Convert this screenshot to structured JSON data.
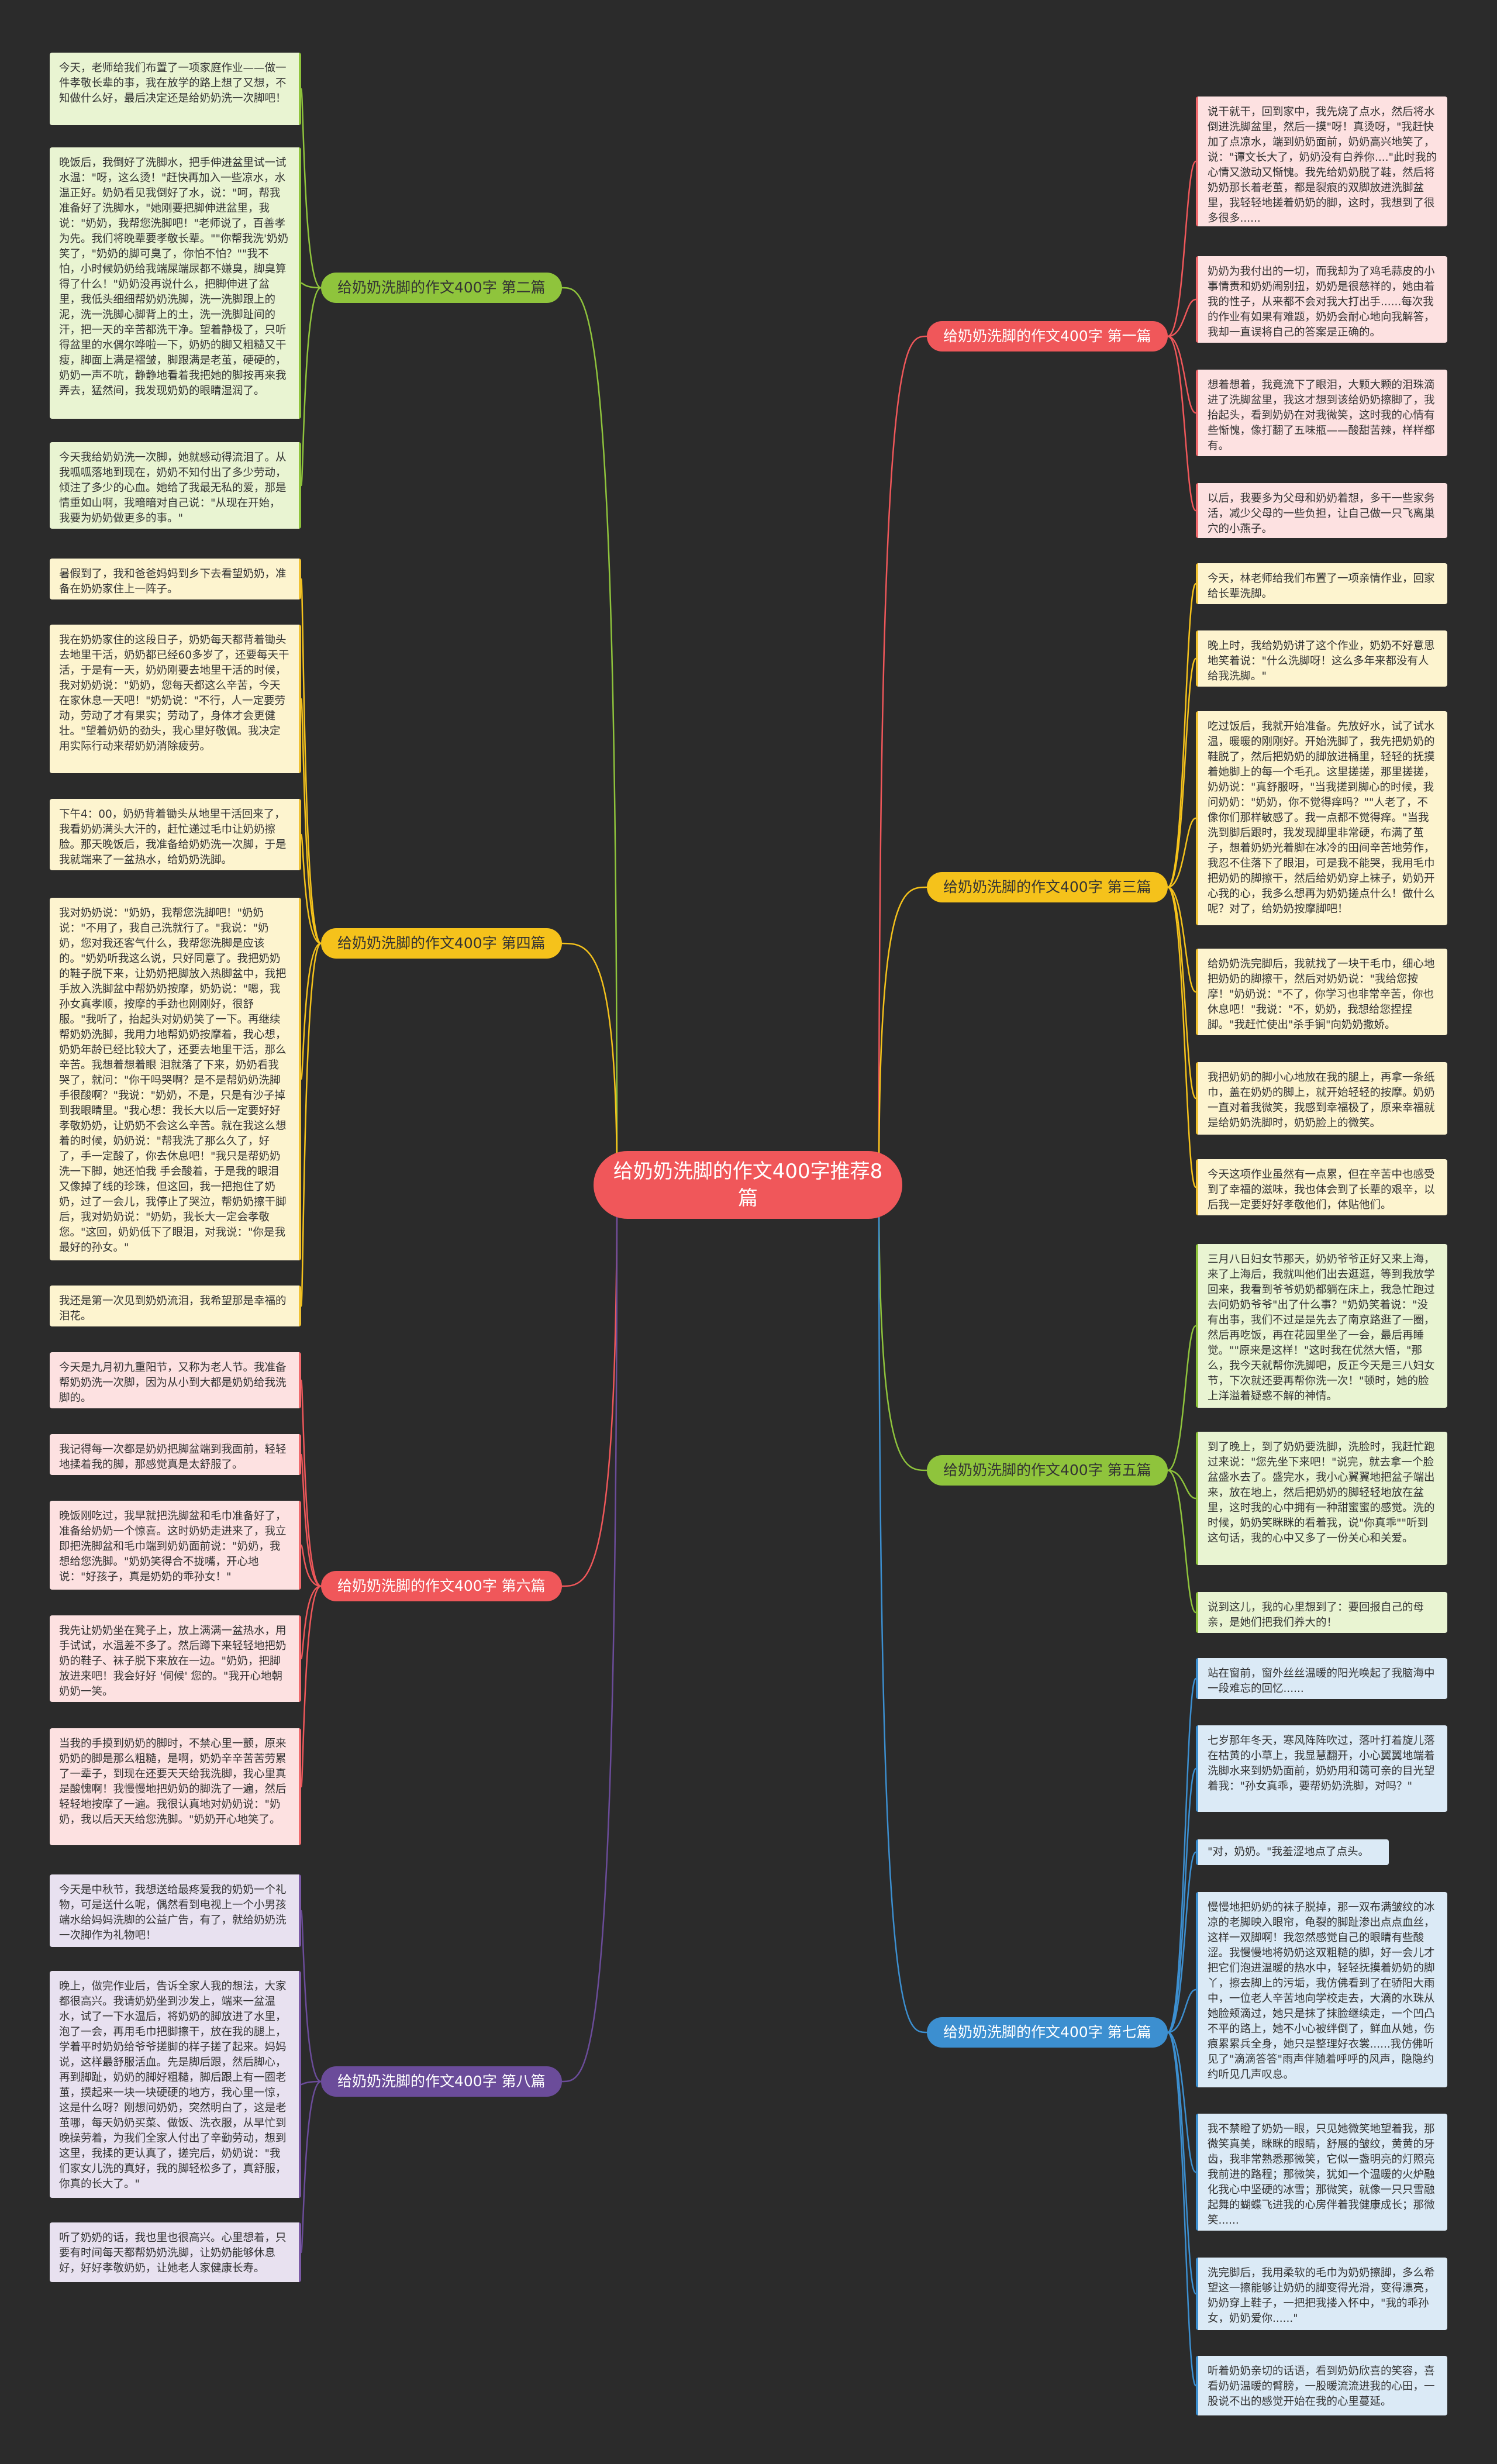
{
  "root": "给奶奶洗脚的作文400字推荐8篇",
  "colors": {
    "background": "#2b2b2b",
    "root": "#f0575a",
    "b1": "#f0575a",
    "b2": "#8fc43c",
    "b3": "#f5c21b",
    "b4": "#f5c21b",
    "b5": "#8fc43c",
    "b6": "#f0575a",
    "b7": "#3c8fd0",
    "b8": "#6b4c9a"
  },
  "branches": {
    "b1": {
      "label": "给奶奶洗脚的作文400字 第一篇",
      "leaves": [
        "说干就干，回到家中，我先烧了点水，然后将水倒进洗脚盆里，然后一摸\"呀！真烫呀，\"我赶快加了点凉水，端到奶奶面前，奶奶高兴地笑了，说：\"谭文长大了，奶奶没有白养你....\"此时我的心情又激动又惭愧。我先给奶奶脱了鞋，然后将奶奶那长着老茧，都是裂痕的双脚放进洗脚盆里，我轻轻地搓着奶奶的脚，这时，我想到了很多很多......",
        "奶奶为我付出的一切，而我却为了鸡毛蒜皮的小事情责和奶奶闹别扭，奶奶是很慈祥的，她由着我的性子，从来都不会对我大打出手......每次我的作业有如果有难题，奶奶会耐心地向我解答，我却一直误将自己的答案是正确的。",
        "想着想着，我竟流下了眼泪，大颗大颗的泪珠滴进了洗脚盆里，我这才想到该给奶奶擦脚了，我抬起头，看到奶奶在对我微笑，这时我的心情有些惭愧，像打翻了五味瓶——酸甜苦辣，样样都有。",
        "以后，我要多为父母和奶奶着想，多干一些家务活，减少父母的一些负担，让自己做一只飞离巢穴的小燕子。"
      ]
    },
    "b2": {
      "label": "给奶奶洗脚的作文400字 第二篇",
      "leaves": [
        "今天，老师给我们布置了一项家庭作业——做一件孝敬长辈的事，我在放学的路上想了又想，不知做什么好，最后决定还是给奶奶洗一次脚吧！",
        "晚饭后，我倒好了洗脚水，把手伸进盆里试一试水温：\"呀，这么烫！\"赶快再加入一些凉水，水温正好。奶奶看见我倒好了水，说：\"呵，帮我准备好了洗脚水，\"她刚要把脚伸进盆里，我说：\"奶奶，我帮您洗脚吧！\"老师说了，百善孝为先。我们将晚辈要孝敬长辈。\"\"你帮我洗'奶奶笑了，\"奶奶的脚可臭了，你怕不怕？\"\"我不怕，小时候奶奶给我端屎端尿都不嫌臭，脚臭算得了什么！\"奶奶没再说什么，把脚伸进了盆里，我低头细细帮奶奶洗脚，洗一洗脚跟上的泥，洗一洗脚心脚背上的土，洗一洗脚趾间的汗，把一天的辛苦都洗干净。望着静极了，只听得盆里的水偶尔哗啦一下，奶奶的脚又粗糙又干瘦，脚面上满是褶皱，脚跟满是老茧，硬硬的，奶奶一声不吭，静静地看着我把她的脚按再来我弄去，猛然间，我发现奶奶的眼睛湿润了。",
        "今天我给奶奶洗一次脚，她就感动得流泪了。从我呱呱落地到现在，奶奶不知付出了多少劳动，倾注了多少的心血。她给了我最无私的爱，那是情重如山啊，我暗暗对自己说：\"从现在开始，我要为奶奶做更多的事。\""
      ]
    },
    "b3": {
      "label": "给奶奶洗脚的作文400字 第三篇",
      "leaves": [
        "今天，林老师给我们布置了一项亲情作业，回家给长辈洗脚。",
        "晚上时，我给奶奶讲了这个作业，奶奶不好意思地笑着说：\"什么洗脚呀！这么多年来都没有人给我洗脚。\"",
        "吃过饭后，我就开始准备。先放好水，试了试水温，暖暖的刚刚好。开始洗脚了，我先把奶奶的鞋脱了，然后把奶奶的脚放进桶里，轻轻的抚摸着她脚上的每一个毛孔。这里搓搓，那里搓搓，奶奶说：\"真舒服呀，\"当我搓到脚心的时候，我问奶奶：\"奶奶，你不觉得痒吗？\"\"人老了，不像你们那样敏感了。我一点都不觉得痒。\"当我洗到脚后跟时，我发现脚里非常硬，布满了茧子，想着奶奶光着脚在冰冷的田间辛苦地劳作，我忍不住落下了眼泪，可是我不能哭，我用毛巾把奶奶的脚擦干，然后给奶奶穿上袜子，奶奶开心我的心，我多么想再为奶奶搓点什么！做什么呢？对了，给奶奶按摩脚吧！",
        "给奶奶洗完脚后，我就找了一块干毛巾，细心地把奶奶的脚擦干，然后对奶奶说：\"我给您按摩！\"奶奶说：\"不了，你学习也非常辛苦，你也休息吧！\"我说：\"不，奶奶，我想给您捏捏脚。\"我赶忙使出\"杀手锏\"向奶奶撒娇。",
        "我把奶奶的脚小心地放在我的腿上，再拿一条纸巾，盖在奶奶的脚上，就开始轻轻的按摩。奶奶一直对着我微笑，我感到幸福极了，原来幸福就是给奶奶洗脚时，奶奶脸上的微笑。",
        "今天这项作业虽然有一点累，但在辛苦中也感受到了幸福的滋味，我也体会到了长辈的艰辛，以后我一定要好好孝敬他们，体贴他们。"
      ]
    },
    "b4": {
      "label": "给奶奶洗脚的作文400字 第四篇",
      "leaves": [
        "暑假到了，我和爸爸妈妈到乡下去看望奶奶，准备在奶奶家住上一阵子。",
        "我在奶奶家住的这段日子，奶奶每天都背着锄头去地里干活，奶奶都已经60多岁了，还要每天干活，于是有一天，奶奶刚要去地里干活的时候，我对奶奶说：\"奶奶，您每天都这么辛苦，今天在家休息一天吧！\"奶奶说：\"不行，人一定要劳动，劳动了才有果实；劳动了，身体才会更健壮。\"望着奶奶的劲头，我心里好敬佩。我决定用实际行动来帮奶奶消除疲劳。",
        "下午4：00，奶奶背着锄头从地里干活回来了，我看奶奶满头大汗的，赶忙递过毛巾让奶奶擦脸。那天晚饭后，我准备给奶奶洗一次脚，于是我就端来了一盆热水，给奶奶洗脚。",
        "我对奶奶说：\"奶奶，我帮您洗脚吧！\"奶奶说：\"不用了，我自己洗就行了。\"我说：\"奶奶，您对我还客气什么，我帮您洗脚是应该的。\"奶奶听我这么说，只好同意了。我把奶奶的鞋子脱下来，让奶奶把脚放入热脚盆中，我把手放入洗脚盆中帮奶奶按摩，奶奶说：\"嗯，我孙女真孝顺，按摩的手劲也刚刚好，很舒服。\"我听了，抬起头对奶奶笑了一下。再继续帮奶奶洗脚，我用力地帮奶奶按摩着，我心想，奶奶年龄已经比较大了，还要去地里干活，那么辛苦。我想着想着眼 泪就落了下来，奶奶看我哭了，就问：\"你干吗哭啊？是不是帮奶奶洗脚手很酸啊？\"我说：\"奶奶，不是，只是有沙子掉到我眼睛里。\"我心想：我长大以后一定要好好孝敬奶奶，让奶奶不会这么辛苦。就在我这么想着的时候，奶奶说：\"帮我洗了那么久了，好了，手一定酸了，你去休息吧！\"我只是帮奶奶洗一下脚，她还怕我 手会酸着，于是我的眼泪又像掉了线的珍珠，但这回，我一把抱住了奶奶，过了一会儿，我停止了哭泣，帮奶奶擦干脚后，我对奶奶说：\"奶奶，我长大一定会孝敬 您。\"这回，奶奶低下了眼泪，对我说：\"你是我最好的孙女。\"",
        "我还是第一次见到奶奶流泪，我希望那是幸福的泪花。"
      ]
    },
    "b5": {
      "label": "给奶奶洗脚的作文400字 第五篇",
      "leaves": [
        "三月八日妇女节那天，奶奶爷爷正好又来上海，来了上海后，我就叫他们出去逛逛，等到我放学回来，我看到爷爷奶奶都躺在床上，我急忙跑过去问奶奶爷爷\"出了什么事？\"奶奶笑着说：\"没有出事，我们不过是是先去了南京路逛了一圈，然后再吃饭，再在花园里坐了一会，最后再睡觉。\"\"原来是这样！\"这时我在优然大悟，\"那么，我今天就帮你洗脚吧，反正今天是三八妇女节，下次就还要再帮你洗一次！\"顿时，她的脸上洋溢着疑惑不解的神情。",
        "到了晚上，到了奶奶要洗脚，洗脸时，我赶忙跑过来说：\"您先坐下来吧！\"说完，就去拿一个脸盆盛水去了。盛完水，我小心翼翼地把盆子端出来，放在地上，然后把奶奶的脚轻轻地放在盆里，这时我的心中拥有一种甜蜜蜜的感觉。洗的时候，奶奶笑眯眯的看着我，说\"你真乖\"\"听到这句话，我的心中又多了一份关心和关爱。",
        "说到这儿，我的心里想到了：要回报自己的母亲，是她们把我们养大的！"
      ]
    },
    "b6": {
      "label": "给奶奶洗脚的作文400字 第六篇",
      "leaves": [
        "今天是九月初九重阳节，又称为老人节。我准备帮奶奶洗一次脚，因为从小到大都是奶奶给我洗脚的。",
        "我记得每一次都是奶奶把脚盆端到我面前，轻轻地揉着我的脚，那感觉真是太舒服了。",
        "晚饭刚吃过，我早就把洗脚盆和毛巾准备好了，准备给奶奶一个惊喜。这时奶奶走进来了，我立即把洗脚盆和毛巾端到奶奶面前说：\"奶奶，我想给您洗脚。\"奶奶笑得合不拢嘴，开心地说：\"好孩子，真是奶奶的乖孙女！\"",
        "我先让奶奶坐在凳子上，放上满满一盆热水，用手试试，水温差不多了。然后蹲下来轻轻地把奶奶的鞋子、袜子脱下来放在一边。\"奶奶，把脚放进来吧！我会好好 '伺候' 您的。\"我开心地朝奶奶一笑。",
        "当我的手摸到奶奶的脚时，不禁心里一颤，原来奶奶的脚是那么粗糙，是啊，奶奶辛辛苦苦劳累了一辈子，到现在还要天天给我洗脚，我心里真是酸愧啊！我慢慢地把奶奶的脚洗了一遍，然后轻轻地按摩了一遍。我很认真地对奶奶说：\"奶奶，我以后天天给您洗脚。\"奶奶开心地笑了。"
      ]
    },
    "b7": {
      "label": "给奶奶洗脚的作文400字 第七篇",
      "leaves": [
        "站在窗前，窗外丝丝温暖的阳光唤起了我脑海中一段难忘的回忆......",
        "七岁那年冬天，寒风阵阵吹过，落叶打着旋儿落在枯黄的小草上，我显慧翻开，小心翼翼地端着洗脚水来到奶奶面前，奶奶用和蔼可亲的目光望着我：\"孙女真乖，要帮奶奶洗脚，对吗？\"",
        "\"对，奶奶。\"我羞涩地点了点头。",
        "慢慢地把奶奶的袜子脱掉，那一双布满皱纹的冰凉的老脚映入眼帘，龟裂的脚趾渗出点点血丝，这样一双脚啊！我忽然感觉自己的眼睛有些酸涩。我慢慢地将奶奶这双粗糙的脚，好一会儿才把它们泡进温暖的热水中，轻轻抚摸着奶奶的脚丫，擦去脚上的污垢，我仿佛看到了在骄阳大雨中，一位老人辛苦地向学校走去，大滴的水珠从她脸颊滴过，她只是抹了抹脸继续走，一个凹凸不平的路上，她不小心被绊倒了，鲜血从她，伤痕累累兵全身，她只是整理好衣裳......我仿佛听见了\"滴滴答答\"雨声伴随着呼呼的风声，隐隐约约听见几声叹息。",
        "我不禁瞪了奶奶一眼，只见她微笑地望着我，那微笑真美，眯眯的眼睛，舒展的皱纹，黄黄的牙齿，我非常熟悉那微笑，它似一盏明亮的灯照亮我前进的路程；那微笑，犹如一个温暖的火炉融化我心中坚硬的冰雪；那微笑，就像一只只雪融起舞的蝴蝶飞进我的心房伴着我健康成长；那微笑......",
        "洗完脚后，我用柔软的毛巾为奶奶擦脚，多么希望这一擦能够让奶奶的脚变得光滑，变得漂亮，奶奶穿上鞋子，一把把我搂入怀中，\"我的乖孙女，奶奶爱你......\"",
        "听着奶奶亲切的话语，看到奶奶欣喜的笑容，喜看奶奶温暖的臂膀，一股暖流流进我的心田，一股说不出的感觉开始在我的心里蔓延。"
      ]
    },
    "b8": {
      "label": "给奶奶洗脚的作文400字 第八篇",
      "leaves": [
        "今天是中秋节，我想送给最疼爱我的奶奶一个礼物，可是送什么呢，偶然看到电视上一个小男孩端水给妈妈洗脚的公益广告，有了，就给奶奶洗一次脚作为礼物吧！",
        "晚上，做完作业后，告诉全家人我的想法，大家都很高兴。我请奶奶坐到沙发上，端来一盆温水，试了一下水温后，将奶奶的脚放进了水里，泡了一会，再用毛巾把脚擦干，放在我的腿上，学着平时奶奶给爷爷搓脚的样子搓了起来。妈妈说，这样最舒服活血。先是脚后跟，然后脚心，再到脚趾，奶奶的脚好粗糙，脚后跟上有一圈老茧，摸起来一块一块硬硬的地方，我心里一惊，这是什么呀？刚想问奶奶，突然明白了，这是老茧哪，每天奶奶买菜、做饭、洗衣服，从早忙到晚操劳着，为我们全家人付出了辛勤劳动，想到这里，我揉的更认真了，搓完后，奶奶说：\"我们家女儿洗的真好，我的脚轻松多了，真舒服，你真的长大了。\"",
        "听了奶奶的话，我也里也很高兴。心里想着，只要有时间每天都帮奶奶洗脚，让奶奶能够休息好，好好孝敬奶奶，让她老人家健康长寿。"
      ]
    }
  }
}
